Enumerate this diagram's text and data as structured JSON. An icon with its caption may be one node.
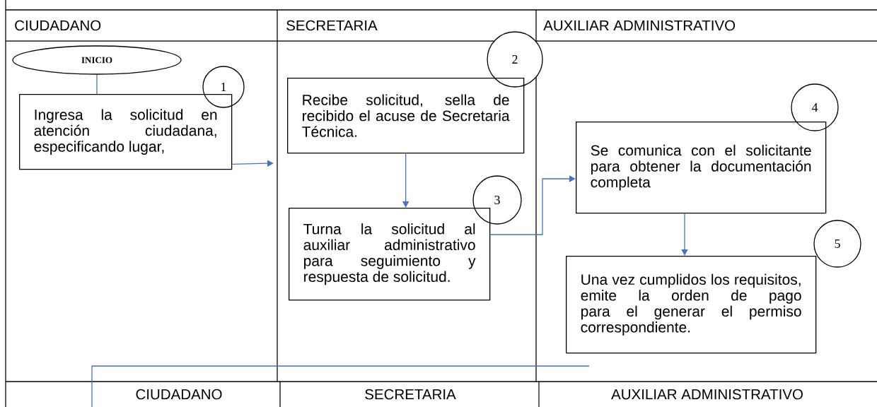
{
  "diagram": {
    "nodes": [
      {
        "text": [
          "INICIO"
        ]
      },
      {
        "text": [
          "1"
        ]
      },
      {
        "text": [
          "Ingresa la solicitud en atención ciudadana, especificando lugar,"
        ]
      },
      {
        "text": [
          "2"
        ]
      },
      {
        "text": [
          "Recibe solicitud, sella de recibido el acuse de Secretaria Técnica."
        ]
      },
      {
        "text": [
          "3"
        ]
      },
      {
        "text": [
          "Turna la solicitud al auxiliar administrativo para seguimiento y respuesta de solicitud."
        ]
      },
      {
        "text": [
          "4"
        ]
      },
      {
        "text": [
          "Se comunica con el solicitante para obtener la documentación completa"
        ]
      },
      {
        "text": [
          "5"
        ]
      },
      {
        "text": [
          "Una vez cumplidos los requisitos, emite la orden de pago para el generar el permiso correspondiente."
        ]
      }
    ],
    "edges": [
      {
        "from": 0,
        "to": 2,
        "arrow": "none"
      },
      {
        "from": 2,
        "to": null,
        "arrow": "to"
      },
      {
        "from": 4,
        "to": 6,
        "arrow": "to"
      },
      {
        "from": 6,
        "to": 8,
        "arrow": "to"
      },
      {
        "from": 8,
        "to": 10,
        "arrow": "to"
      }
    ],
    "labels": [
      "CIUDADANO",
      "SECRETARIA",
      "AUXILIAR ADMINISTRATIVO",
      "CIUDADANO",
      "SECRETARIA",
      "AUXILIAR ADMINISTRATIVO"
    ]
  }
}
